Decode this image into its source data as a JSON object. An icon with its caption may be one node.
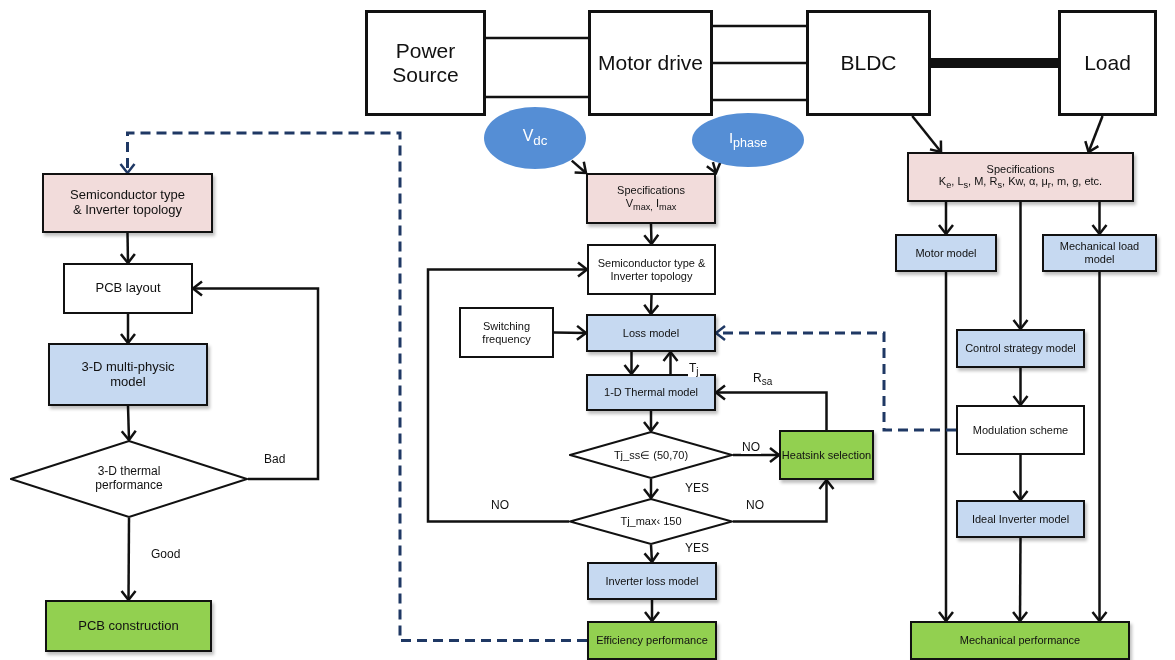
{
  "diagram": {
    "nodes": [
      {
        "text": [
          "Power Source"
        ]
      },
      {
        "text": [
          "Motor drive"
        ]
      },
      {
        "text": [
          "BLDC"
        ]
      },
      {
        "text": [
          "Load"
        ]
      },
      {
        "text": [
          "V$_{dc}$"
        ]
      },
      {
        "text": [
          "I$_{phase}$"
        ]
      },
      {
        "text": [
          "Specifications",
          "V$_{max,}$ I$_{max}$"
        ]
      },
      {
        "text": [
          "Semiconductor type & Inverter topology"
        ]
      },
      {
        "text": [
          "Switching frequency"
        ]
      },
      {
        "text": [
          "Loss model"
        ]
      },
      {
        "text": [
          "1-D Thermal model"
        ]
      },
      {
        "text": [
          "Tj_ss∈ (50,70)"
        ]
      },
      {
        "text": [
          "Heatsink selection"
        ]
      },
      {
        "text": [
          "Tj_max‹ 150"
        ]
      },
      {
        "text": [
          "Inverter loss model"
        ]
      },
      {
        "text": [
          "Efficiency performance"
        ]
      },
      {
        "text": [
          "Specifications",
          "K$_{e}$, L$_{s}$, M, R$_{s}$, Kw, α, μ$_{r}$, m, g, etc."
        ]
      },
      {
        "text": [
          "Motor model"
        ]
      },
      {
        "text": [
          "Mechanical load model"
        ]
      },
      {
        "text": [
          "Control strategy model"
        ]
      },
      {
        "text": [
          "Modulation scheme"
        ]
      },
      {
        "text": [
          "Ideal Inverter model"
        ]
      },
      {
        "text": [
          "Mechanical performance"
        ]
      },
      {
        "text": [
          "Semiconductor type & Inverter topology"
        ]
      },
      {
        "text": [
          "PCB layout"
        ]
      },
      {
        "text": [
          "3-D multi-physic model"
        ]
      },
      {
        "text": [
          "3-D thermal performance"
        ]
      },
      {
        "text": [
          "PCB construction"
        ]
      }
    ],
    "edges": [
      {
        "from": 0,
        "to": 1,
        "arrow": "none"
      },
      {
        "from": 0,
        "to": 1,
        "arrow": "none"
      },
      {
        "from": 1,
        "to": 2,
        "arrow": "none"
      },
      {
        "from": 1,
        "to": 2,
        "arrow": "none"
      },
      {
        "from": 1,
        "to": 2,
        "arrow": "none"
      },
      {
        "from": 2,
        "to": 3,
        "arrow": "none",
        "style": "thick"
      },
      {
        "from": 4,
        "to": 6,
        "arrow": "to"
      },
      {
        "from": 5,
        "to": 6,
        "arrow": "to"
      },
      {
        "from": 2,
        "to": 16,
        "arrow": "to"
      },
      {
        "from": 3,
        "to": 16,
        "arrow": "to"
      },
      {
        "from": 6,
        "to": 7,
        "arrow": "to"
      },
      {
        "from": 7,
        "to": 9,
        "arrow": "to"
      },
      {
        "from": 8,
        "to": 9,
        "arrow": "to"
      },
      {
        "from": 9,
        "to": 10,
        "arrow": "to"
      },
      {
        "from": 10,
        "to": 9,
        "arrow": "to",
        "label": "T$_{j}$"
      },
      {
        "from": 10,
        "to": 11,
        "arrow": "to"
      },
      {
        "from": 11,
        "to": 12,
        "arrow": "to",
        "label": "NO"
      },
      {
        "from": 12,
        "to": 10,
        "arrow": "to",
        "label": "R$_{sa}$"
      },
      {
        "from": 11,
        "to": 13,
        "arrow": "to",
        "label": "YES"
      },
      {
        "from": 13,
        "to": 12,
        "arrow": "to",
        "label": "NO"
      },
      {
        "from": 13,
        "to": 7,
        "arrow": "to",
        "label": "NO"
      },
      {
        "from": 13,
        "to": 14,
        "arrow": "to",
        "label": "YES"
      },
      {
        "from": 14,
        "to": 15,
        "arrow": "to"
      },
      {
        "from": 16,
        "to": 17,
        "arrow": "to"
      },
      {
        "from": 16,
        "to": 19,
        "arrow": "to"
      },
      {
        "from": 16,
        "to": 18,
        "arrow": "to"
      },
      {
        "from": 17,
        "to": 22,
        "arrow": "to"
      },
      {
        "from": 19,
        "to": 20,
        "arrow": "to"
      },
      {
        "from": 20,
        "to": 21,
        "arrow": "to"
      },
      {
        "from": 21,
        "to": 22,
        "arrow": "to"
      },
      {
        "from": 18,
        "to": 22,
        "arrow": "to"
      },
      {
        "from": 20,
        "to": 9,
        "arrow": "to",
        "style": "dashed",
        "color": "#1f3864"
      },
      {
        "from": 15,
        "to": 23,
        "arrow": "to",
        "style": "dashed",
        "color": "#1f3864"
      },
      {
        "from": 23,
        "to": 24,
        "arrow": "to"
      },
      {
        "from": 24,
        "to": 25,
        "arrow": "to"
      },
      {
        "from": 25,
        "to": 26,
        "arrow": "to"
      },
      {
        "from": 26,
        "to": 24,
        "arrow": "to",
        "label": "Bad"
      },
      {
        "from": 26,
        "to": 27,
        "arrow": "to",
        "label": "Good"
      }
    ]
  }
}
